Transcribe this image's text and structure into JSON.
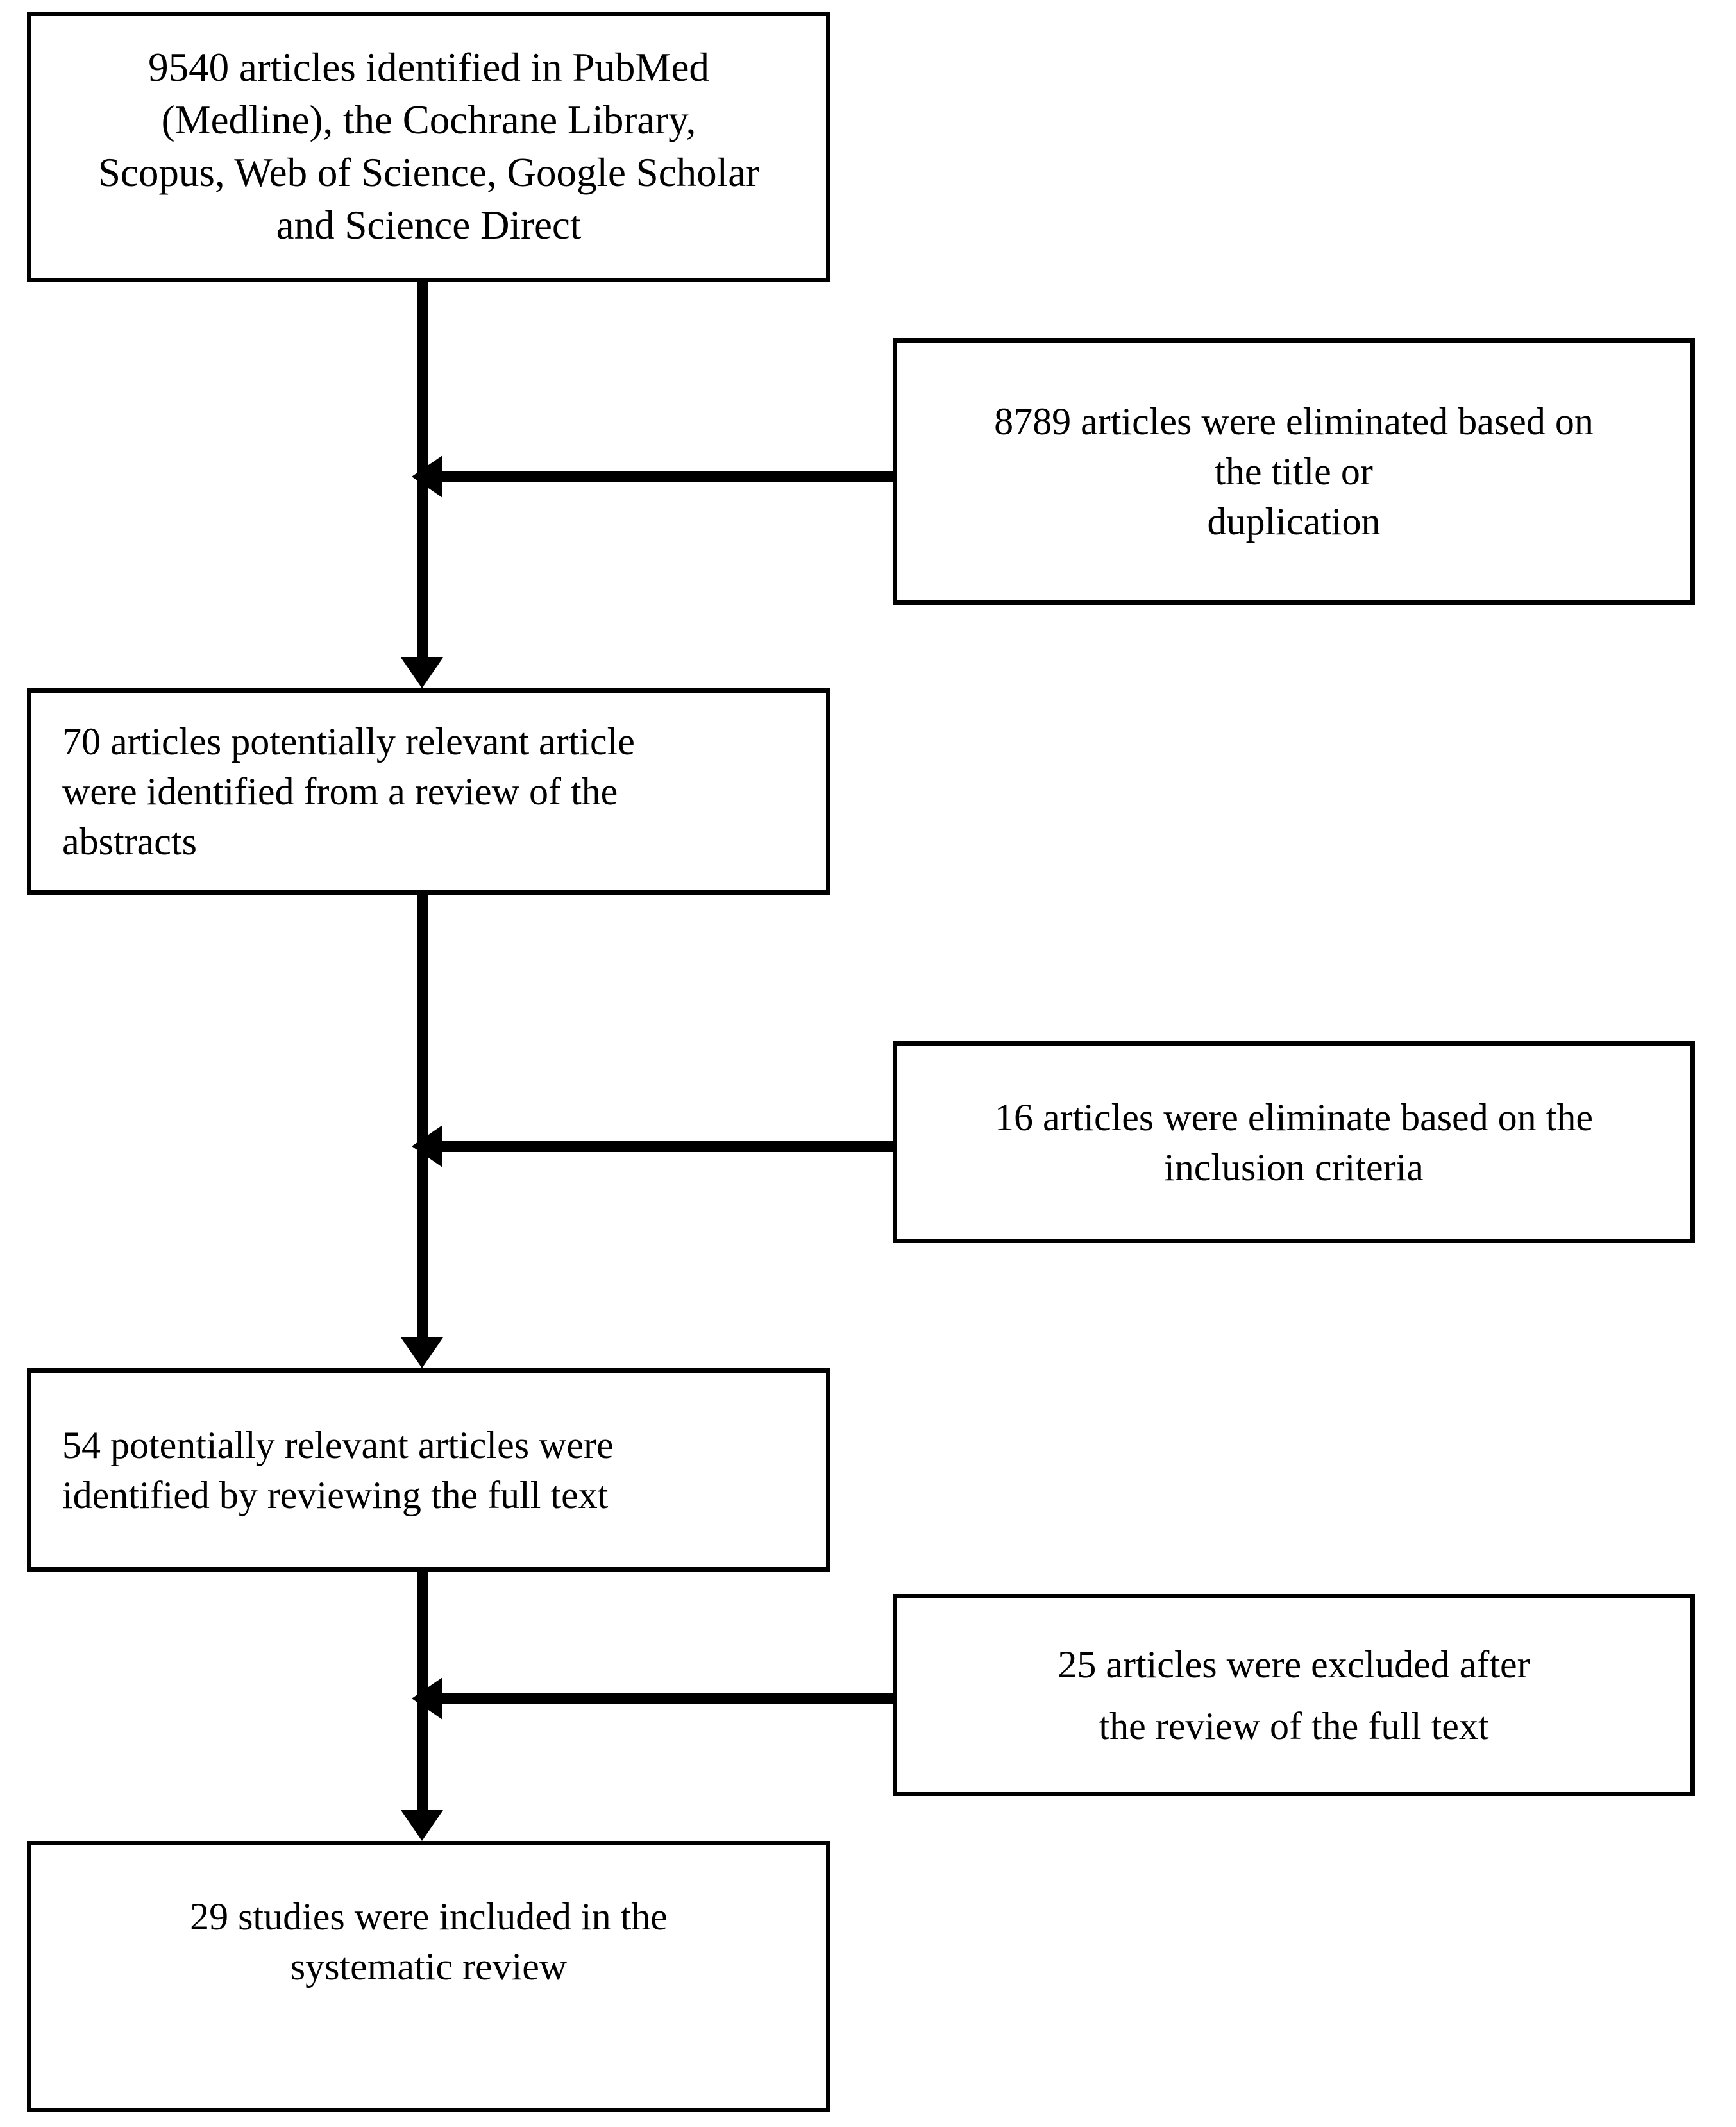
{
  "diagram": {
    "type": "prisma-flow-diagram",
    "orientation": "vertical-with-side-exclusions",
    "boxes": {
      "identified": {
        "label": "records-identified",
        "count": 9540,
        "text": "9540 articles identified in PubMed\n(Medline), the Cochrane Library,\nScopus, Web of Science, Google Scholar\nand Science Direct"
      },
      "eliminated_title": {
        "label": "records-eliminated-title-duplication",
        "count": 8789,
        "text": "8789 articles were eliminated based on\nthe title or\nduplication"
      },
      "abstracts": {
        "label": "records-screened-abstracts",
        "count": 70,
        "text": "70 articles potentially relevant article\nwere identified from a review of the\nabstracts"
      },
      "eliminated_inclusion": {
        "label": "records-eliminated-inclusion-criteria",
        "count": 16,
        "text": "16 articles were eliminate based on the\ninclusion criteria"
      },
      "fulltext": {
        "label": "records-assessed-full-text",
        "count": 54,
        "text": "54 potentially relevant articles were\nidentified by reviewing the full text"
      },
      "excluded_fulltext": {
        "label": "records-excluded-full-text",
        "count": 25,
        "text": "25 articles were excluded after\nthe review of the full text"
      },
      "included": {
        "label": "studies-included",
        "count": 29,
        "text": "29 studies were included in the\nsystematic review"
      }
    },
    "colors": {
      "border": "#000000",
      "background": "#ffffff",
      "text": "#000000",
      "connector": "#000000"
    }
  }
}
